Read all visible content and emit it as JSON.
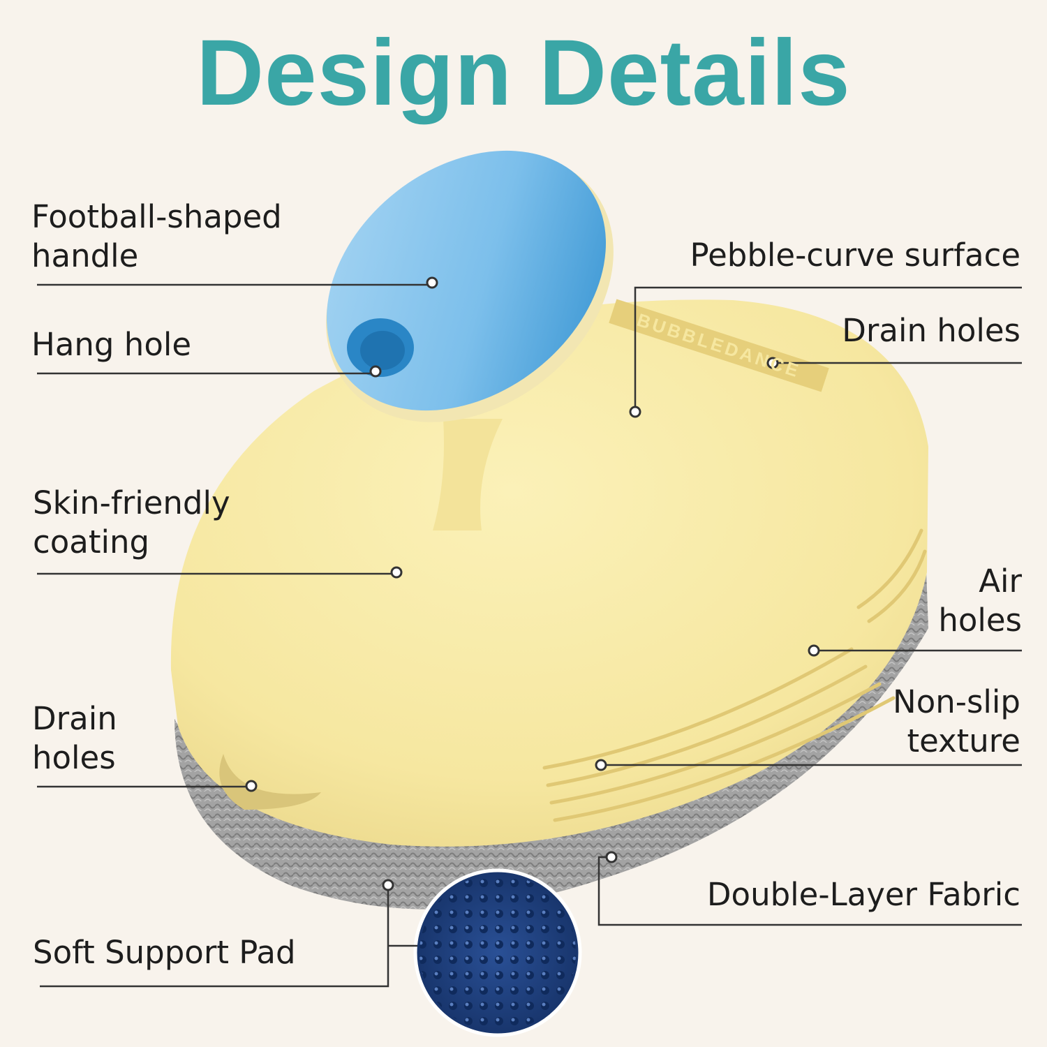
{
  "title": "Design Details",
  "brand": "BUBBLEDANCE",
  "colors": {
    "title": "#3aa6a6",
    "handle": "#3b9ad6",
    "body": "#f7eaa5",
    "pad": "#9a9a9a",
    "texture": "#1f3f7e",
    "background": "#f8f3ec"
  },
  "callouts": {
    "football_handle": "Football-shaped\nhandle",
    "hang_hole": "Hang hole",
    "skin_friendly": "Skin-friendly\ncoating",
    "drain_holes_left": "Drain\nholes",
    "soft_pad": "Soft Support Pad",
    "pebble_surface": "Pebble-curve surface",
    "drain_holes_right": "Drain holes",
    "air_holes": "Air\nholes",
    "non_slip": "Non-slip\ntexture",
    "double_layer": "Double-Layer Fabric"
  }
}
